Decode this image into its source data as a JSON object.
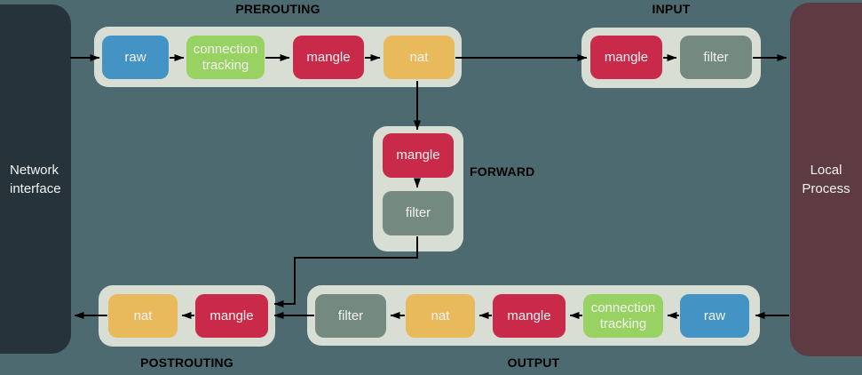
{
  "colors": {
    "bg": "#4d6a70",
    "endpoint-dark": "#27333b",
    "endpoint-maroon": "#5e3a42",
    "chain-bg": "#d9ded4",
    "table-raw": "#4394c4",
    "table-conntrack": "#97d263",
    "table-mangle": "#c92a49",
    "table-nat": "#e9ba5c",
    "table-filter": "#748a80",
    "arrow": "#000000",
    "chain-label": "#000000",
    "table-label": "#f2f3f1",
    "endpoint-label": "#f2f3f1"
  },
  "endpoints": {
    "network_interface": {
      "line1": "Network",
      "line2": "interface"
    },
    "local_process": {
      "line1": "Local",
      "line2": "Process"
    }
  },
  "chains": {
    "prerouting": {
      "label": "PREROUTING",
      "tables": [
        "raw",
        "connection tracking",
        "mangle",
        "nat"
      ]
    },
    "input": {
      "label": "INPUT",
      "tables": [
        "mangle",
        "filter"
      ]
    },
    "forward": {
      "label": "FORWARD",
      "tables": [
        "mangle",
        "filter"
      ]
    },
    "output": {
      "label": "OUTPUT",
      "tables": [
        "filter",
        "nat",
        "mangle",
        "connection tracking",
        "raw"
      ]
    },
    "postrouting": {
      "label": "POSTROUTING",
      "tables": [
        "nat",
        "mangle"
      ]
    }
  }
}
